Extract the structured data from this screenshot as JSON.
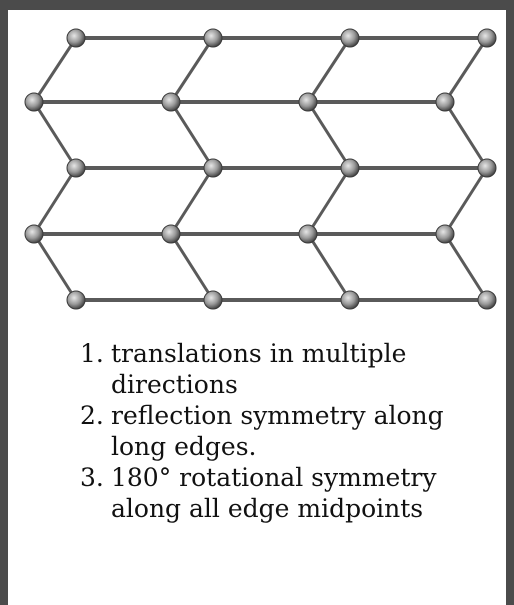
{
  "properties": [
    {
      "number": "1.",
      "lines": [
        "translations in multiple",
        "directions"
      ]
    },
    {
      "number": "2.",
      "lines": [
        "reflection symmetry along",
        "long edges."
      ]
    },
    {
      "number": "3.",
      "lines": [
        "180° rotational symmetry",
        "along all edge midpoints"
      ]
    }
  ],
  "colors": {
    "frame": "#4b4b4b",
    "background": "#ffffff",
    "edge": "#5a5a5a",
    "node": "#9a9a9a"
  }
}
